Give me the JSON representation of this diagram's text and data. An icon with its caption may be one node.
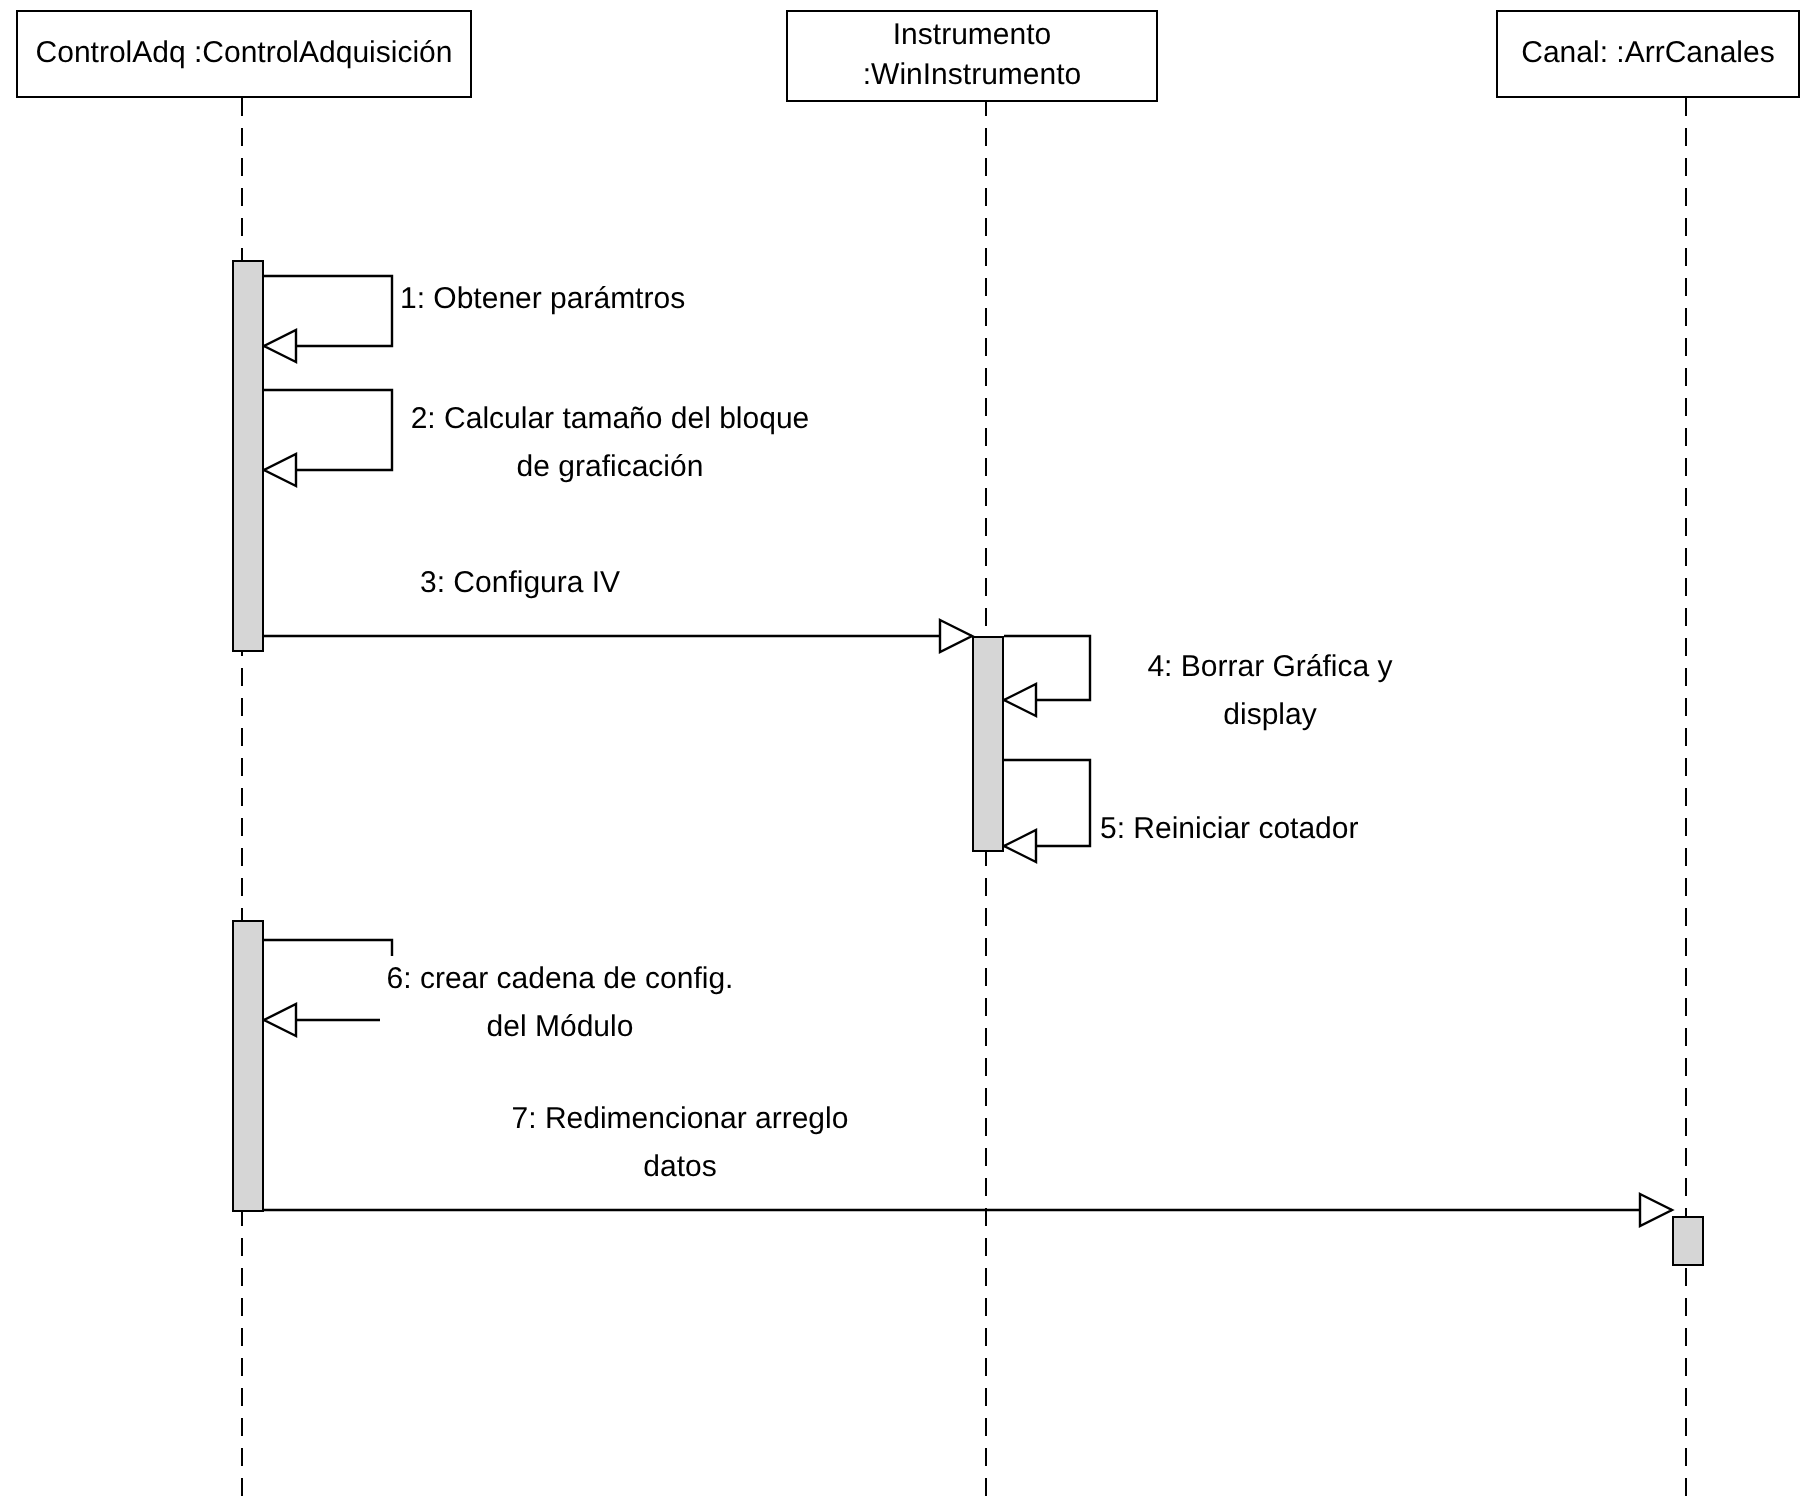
{
  "diagram": {
    "nodes": [
      {
        "text": [
          "ControlAdq :ControlAdquisición"
        ]
      },
      {
        "text": [
          "Instrumento :WinInstrumento"
        ]
      },
      {
        "text": [
          "Canal: :ArrCanales"
        ]
      },
      {
        "text": [],
        "shape": "bar"
      },
      {
        "text": [],
        "shape": "bar"
      },
      {
        "text": [],
        "shape": "bar"
      },
      {
        "text": [],
        "shape": "bar"
      }
    ],
    "edges": [
      {
        "from": 3,
        "to": 3,
        "arrow": "to",
        "label": "1: Obtener parámtros"
      },
      {
        "from": 3,
        "to": 3,
        "arrow": "to",
        "label": "2: Calcular tamaño del bloque de graficación"
      },
      {
        "from": 3,
        "to": 4,
        "arrow": "to",
        "label": "3: Configura IV"
      },
      {
        "from": 4,
        "to": 4,
        "arrow": "to",
        "label": "4: Borrar Gráfica y display"
      },
      {
        "from": 4,
        "to": 4,
        "arrow": "to",
        "label": "5: Reiniciar cotador"
      },
      {
        "from": 5,
        "to": 5,
        "arrow": "to",
        "label": "6: crear cadena de config. del Módulo"
      },
      {
        "from": 5,
        "to": 6,
        "arrow": "to",
        "label": "7: Redimencionar arreglo datos"
      }
    ]
  }
}
